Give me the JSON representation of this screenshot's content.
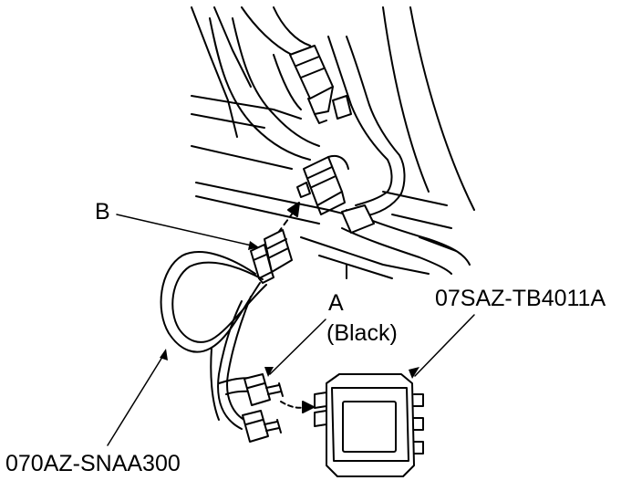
{
  "labels": {
    "b": "B",
    "a": "A",
    "a_note": "(Black)",
    "box_part": "07SAZ-TB4011A",
    "harness_part": "070AZ-SNAA300"
  },
  "colors": {
    "ink": "#000000",
    "paper": "#ffffff"
  }
}
